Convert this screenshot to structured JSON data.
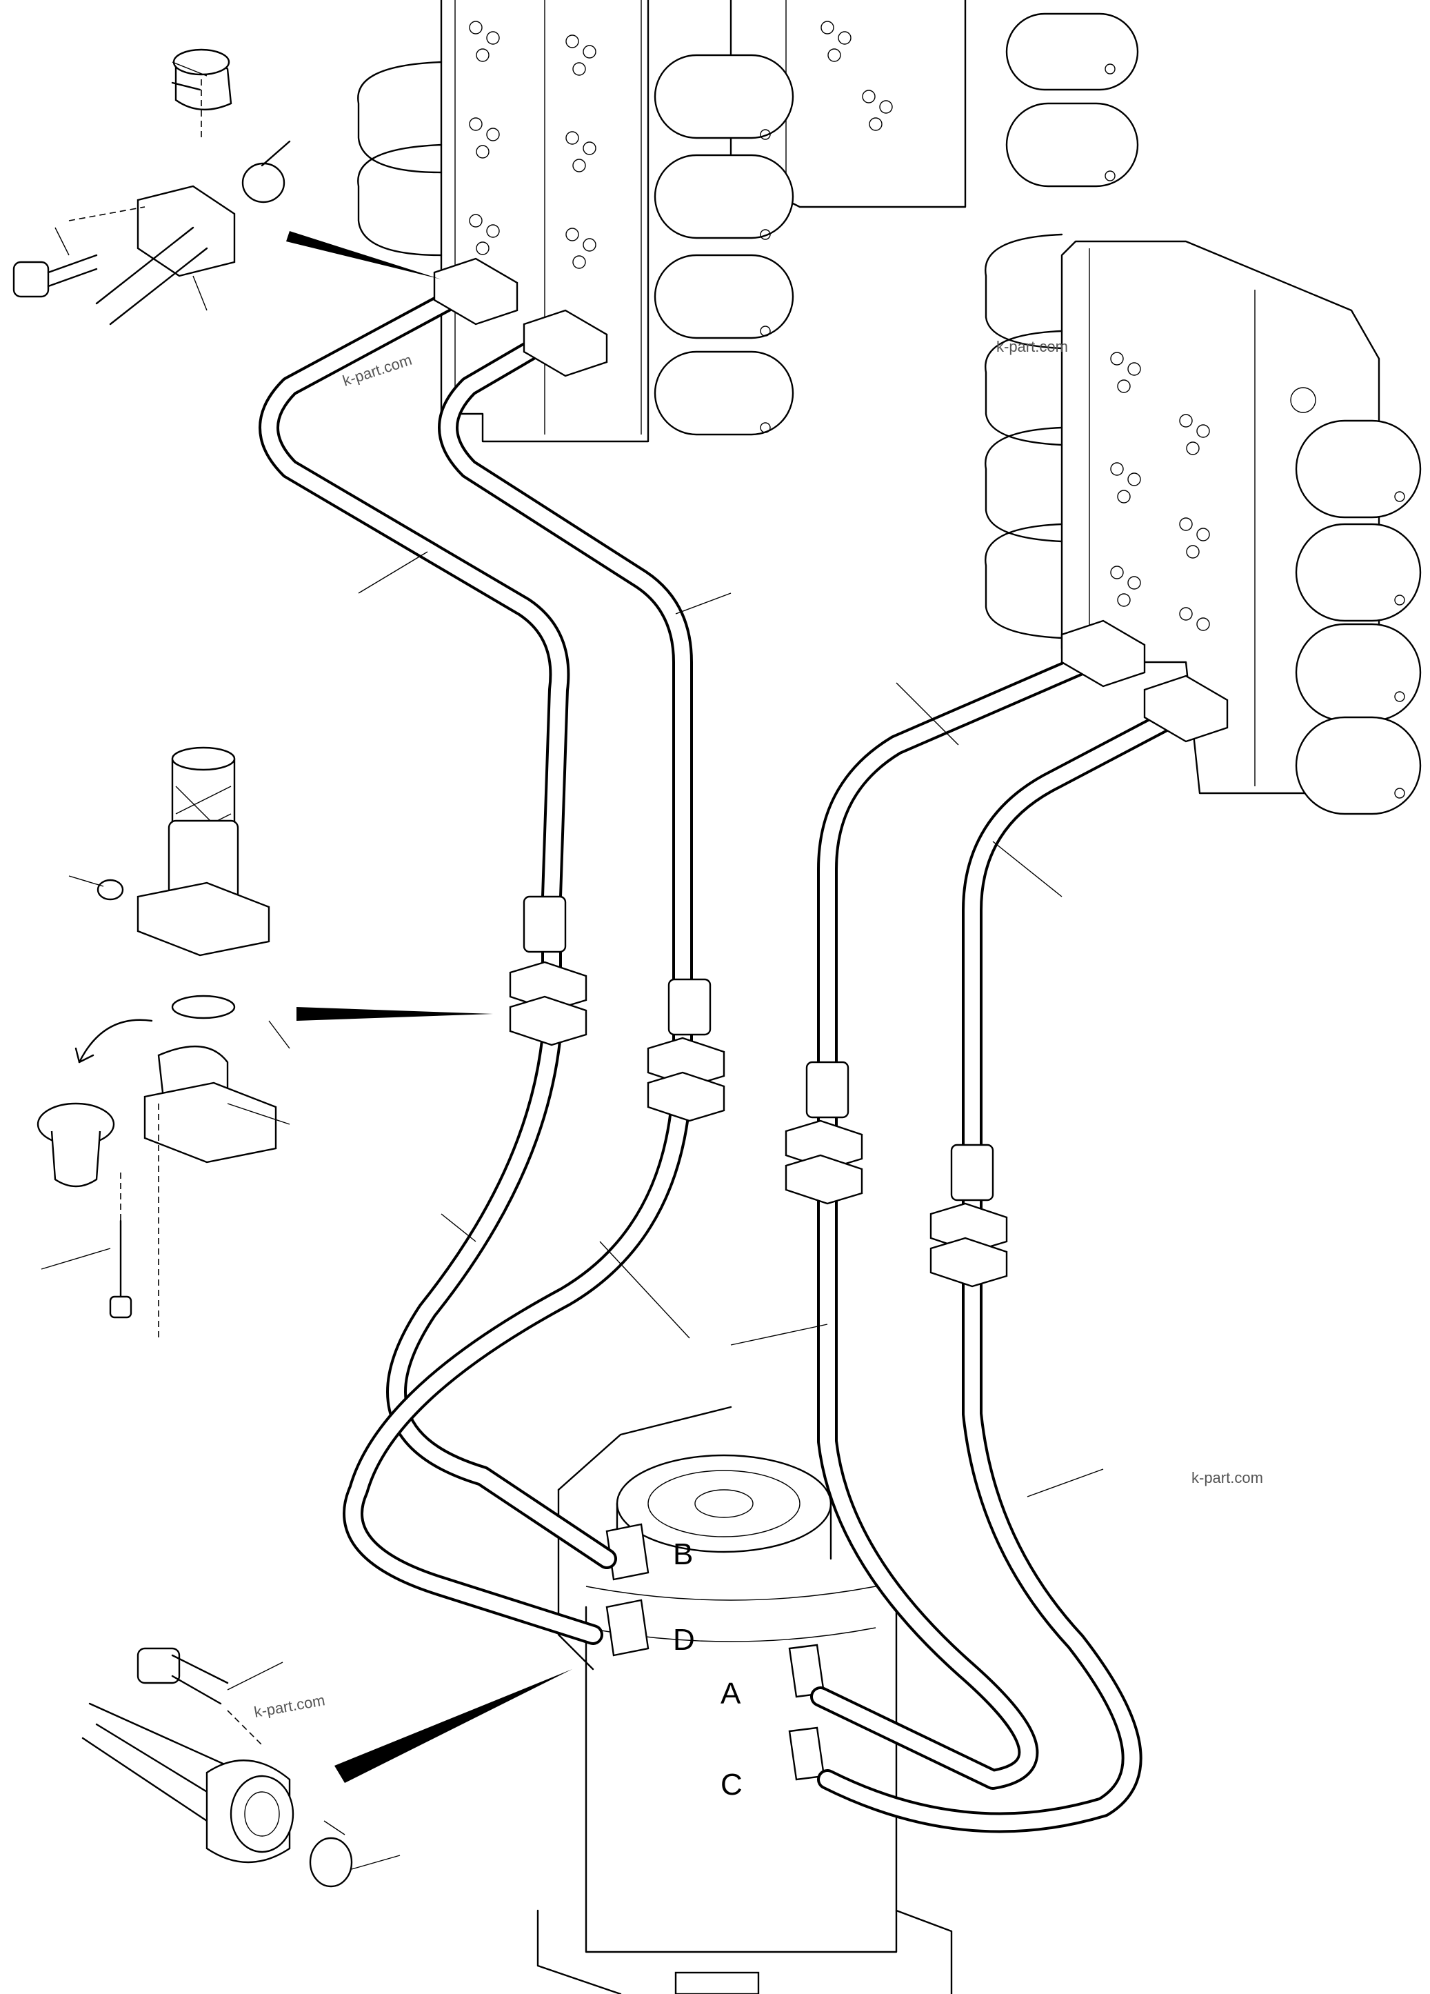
{
  "port_labels": {
    "b": "B",
    "d": "D",
    "a": "A",
    "c": "C"
  },
  "watermarks": {
    "w1": "k-part.com",
    "w2": "k-part.com",
    "w3": "k-part.com",
    "w4": "k-part.com"
  },
  "colors": {
    "line": "#000000",
    "background": "#ffffff",
    "watermark": "#555555"
  }
}
